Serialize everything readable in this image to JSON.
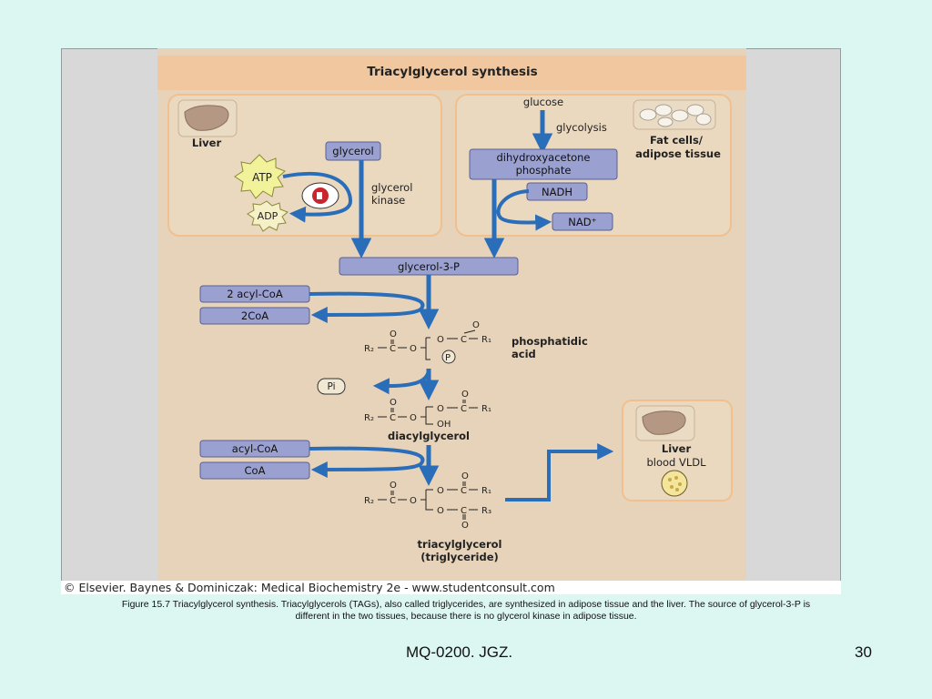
{
  "diagram": {
    "title": "Triacylglycerol synthesis",
    "liver_panel": {
      "label": "Liver",
      "glycerol": "glycerol",
      "atp": "ATP",
      "adp": "ADP",
      "enzyme_line1": "glycerol",
      "enzyme_line2": "kinase"
    },
    "fat_panel": {
      "label_line1": "Fat cells/",
      "label_line2": "adipose tissue",
      "glucose": "glucose",
      "glycolysis": "glycolysis",
      "dhap_line1": "dihydroxyacetone",
      "dhap_line2": "phosphate",
      "nadh": "NADH",
      "nad": "NAD⁺"
    },
    "glycerol3p": "glycerol-3-P",
    "acyl_coa_2": "2 acyl-CoA",
    "coa_2": "2CoA",
    "phosphatidic_line1": "phosphatidic",
    "phosphatidic_line2": "acid",
    "pi": "Pi",
    "diacylglycerol": "diacylglycerol",
    "acyl_coa": "acyl-CoA",
    "coa": "CoA",
    "tag_line1": "triacylglycerol",
    "tag_line2": "(triglyceride)",
    "liver_out_line1": "Liver",
    "liver_out_line2": "blood VLDL",
    "chem": {
      "r1": "R₁",
      "r2": "R₂",
      "r3": "R₃",
      "c": "C",
      "o": "O",
      "p": "P",
      "oh": "OH"
    },
    "copyright": "© Elsevier. Baynes & Dominiczak: Medical Biochemistry 2e - www.studentconsult.com"
  },
  "caption_line1": "Figure 15.7 Triacylglycerol synthesis. Triacylglycerols (TAGs), also called triglycerides, are synthesized in adipose tissue and the liver. The source of glycerol-3-P is",
  "caption_line2": "different in the two tissues, because there is no glycerol kinase in adipose tissue.",
  "footer_code": "MQ-0200. JGZ.",
  "slide_number": "30",
  "colors": {
    "panel_bg": "#e6d3b9",
    "title_bar": "#f1c79f",
    "box_fill": "#9aa0d0",
    "arrow": "#2a6db8",
    "atp_star": "#f2f29a"
  }
}
